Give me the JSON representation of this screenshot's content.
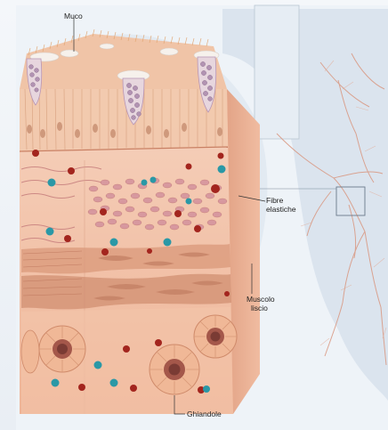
{
  "labels": {
    "muco": "Muco",
    "fibre_1": "Fibre",
    "fibre_2": "elastiche",
    "muscolo_1": "Muscolo",
    "muscolo_2": "liscio",
    "ghiandole": "Ghiandole"
  },
  "colors": {
    "tissue": "#f0b99d",
    "tissue_light": "#f6d2bd",
    "cilia": "#e8b37c",
    "mucus": "#f3ede8",
    "goblet": "#b895b5",
    "vessel_red": "#a3251e",
    "vessel_teal": "#2a98a6",
    "muscle": "#c98a6b",
    "elastic": "#b86a6a",
    "background_organ": "#d7e1ec",
    "bronchi_line": "#d99780"
  }
}
